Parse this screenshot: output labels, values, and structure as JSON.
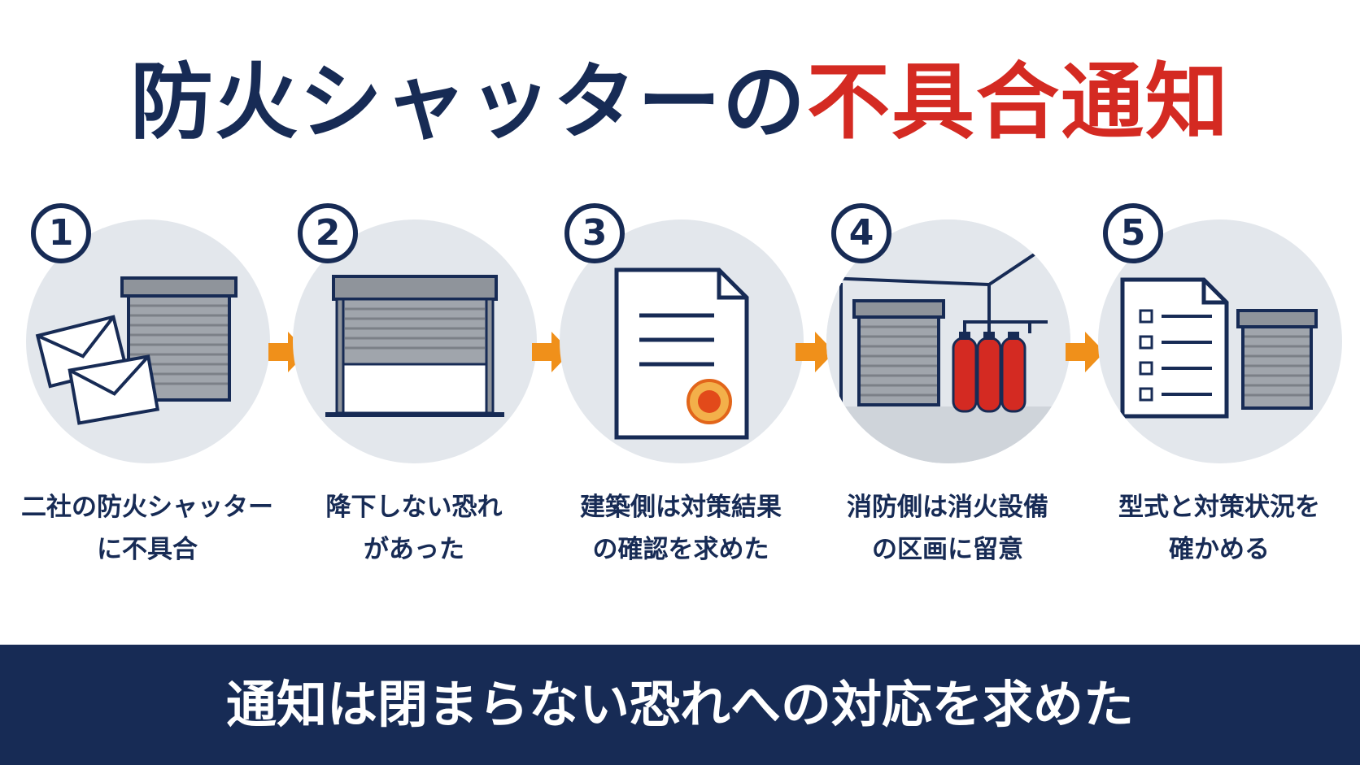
{
  "title": {
    "part1": "防火シャッターの",
    "part2": "不具合通知"
  },
  "colors": {
    "navy": "#172b55",
    "red": "#d42a22",
    "orange": "#f0901a",
    "circle": "#e3e7ec"
  },
  "steps": [
    {
      "number": "1",
      "icon": "envelopes-shutter-icon",
      "line1": "二社の防火シャッター",
      "line2": "に不具合"
    },
    {
      "number": "2",
      "icon": "half-open-shutter-icon",
      "line1": "降下しない恐れ",
      "line2": "があった"
    },
    {
      "number": "3",
      "icon": "certificate-document-icon",
      "line1": "建築側は対策結果",
      "line2": "の確認を求めた"
    },
    {
      "number": "4",
      "icon": "fire-extinguisher-room-icon",
      "line1": "消防側は消火設備",
      "line2": "の区画に留意"
    },
    {
      "number": "5",
      "icon": "checklist-shutter-icon",
      "line1": "型式と対策状況を",
      "line2": "確かめる"
    }
  ],
  "banner": {
    "text": "通知は閉まらない恐れへの対応を求めた"
  }
}
